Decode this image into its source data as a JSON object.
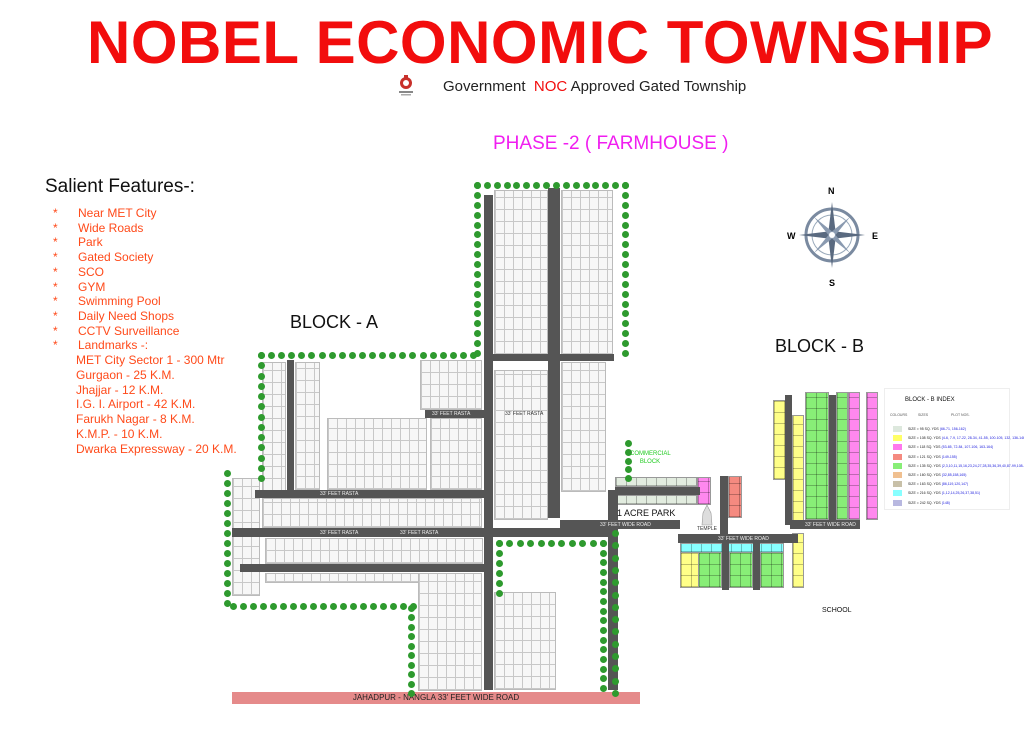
{
  "header": {
    "title": "NOBEL ECONOMIC TOWNSHIP",
    "subtitle_pre": "Government",
    "subtitle_noc": "NOC",
    "subtitle_post": "Approved Gated Township",
    "phase": "PHASE -2 ( FARMHOUSE )"
  },
  "features": {
    "title": "Salient Features-:",
    "bullet": "*",
    "items": [
      "Near MET City",
      "Wide Roads",
      "Park",
      "Gated Society",
      "SCO",
      "GYM",
      "Swimming Pool",
      "Daily Need Shops",
      "CCTV Surveillance",
      "Landmarks -:"
    ],
    "landmarks": [
      "MET City Sector 1 - 300 Mtr",
      "Gurgaon - 25 K.M.",
      "Jhajjar - 12 K.M.",
      "I.G. I. Airport - 42 K.M.",
      "Farukh Nagar - 8 K.M.",
      "K.M.P. - 10 K.M.",
      "Dwarka Expressway - 20 K.M."
    ]
  },
  "map": {
    "block_a": "BLOCK - A",
    "block_b": "BLOCK - B",
    "compass": {
      "n": "N",
      "e": "E",
      "s": "S",
      "w": "W"
    },
    "rasta": "33' FEET RASTA",
    "wide_road": "33' FEET WIDE ROAD",
    "commercial_block": "COMMERCIAL BLOCK",
    "park": "1 ACRE PARK",
    "temple": "TEMPLE",
    "school": "SCHOOL",
    "bottom_road": "JAHADPUR - NANGLA 33' FEET WIDE ROAD"
  },
  "index": {
    "title": "BLOCK - B INDEX",
    "headers": [
      "COLOURS",
      "SIZES",
      "PLOT NOS."
    ],
    "rows": [
      {
        "color": "#dde8dd",
        "size": "SIZE = 95 SQ. YDS",
        "plots": "(66-71, 156-162)"
      },
      {
        "color": "#ffff66",
        "size": "SIZE = 108 SQ. YDS",
        "plots": "(4-6, 7-9, 17-22, 28-34, 41-55, 100-105, 132, 136-146)"
      },
      {
        "color": "#ff77ee",
        "size": "SIZE = 118 SQ. YDS",
        "plots": "(53-65, 72-84, 107-106, 163-164)"
      },
      {
        "color": "#f58a80",
        "size": "SIZE = 121 SQ. YDS",
        "plots": "(149-155)"
      },
      {
        "color": "#88ee77",
        "size": "SIZE = 135 SQ. YDS",
        "plots": "(2,3,10,11,15,16,23,24,27,28,35,36,39,40,87-99,108-118,121-131,133-135)"
      },
      {
        "color": "#f0c090",
        "size": "SIZE = 160 SQ. YDS",
        "plots": "(32,85,158,165)"
      },
      {
        "color": "#c8c0a8",
        "size": "SIZE = 163 SQ. YDS",
        "plots": "(86,119,120,147)"
      },
      {
        "color": "#88ffff",
        "size": "SIZE = 216 SQ. YDS",
        "plots": "(1,12,14,25,26,37,38,51)"
      },
      {
        "color": "#b8b8e0",
        "size": "SIZE = 242 SQ. YDS",
        "plots": "(148)"
      }
    ]
  }
}
